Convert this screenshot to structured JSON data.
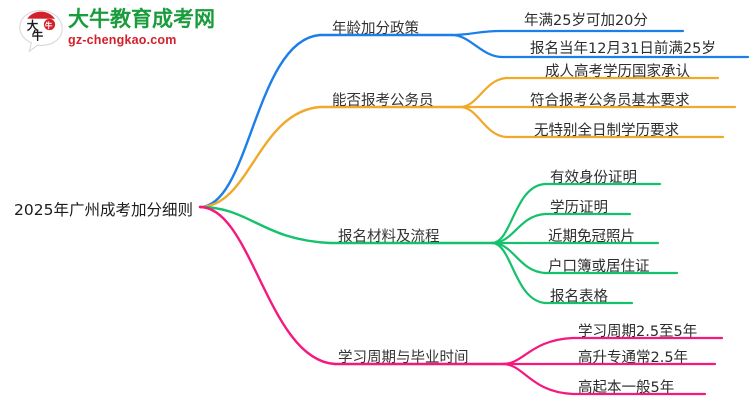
{
  "logo": {
    "mark_text": "大牛",
    "brand_name": "大牛教育成考网",
    "site_url": "gz-chengkao.com",
    "brand_color": "#1a9c3c",
    "url_color": "#d4202a",
    "mark_color": "#d4202a"
  },
  "mindmap": {
    "root": {
      "label": "2025年广州成考加分细则"
    },
    "branches": [
      {
        "label": "年龄加分政策",
        "color": "#1a7fe8",
        "leaves": [
          {
            "label": "年满25岁可加20分"
          },
          {
            "label": "报名当年12月31日前满25岁"
          }
        ]
      },
      {
        "label": "能否报考公务员",
        "color": "#f0a92a",
        "leaves": [
          {
            "label": "成人高考学历国家承认"
          },
          {
            "label": "符合报考公务员基本要求"
          },
          {
            "label": "无特别全日制学历要求"
          }
        ]
      },
      {
        "label": "报名材料及流程",
        "color": "#15c26b",
        "leaves": [
          {
            "label": "有效身份证明"
          },
          {
            "label": "学历证明"
          },
          {
            "label": "近期免冠照片"
          },
          {
            "label": "户口簿或居住证"
          },
          {
            "label": "报名表格"
          }
        ]
      },
      {
        "label": "学习周期与毕业时间",
        "color": "#f5187e",
        "leaves": [
          {
            "label": "学习周期2.5至5年"
          },
          {
            "label": "高升专通常2.5年"
          },
          {
            "label": "高起本一般5年"
          }
        ]
      }
    ]
  }
}
